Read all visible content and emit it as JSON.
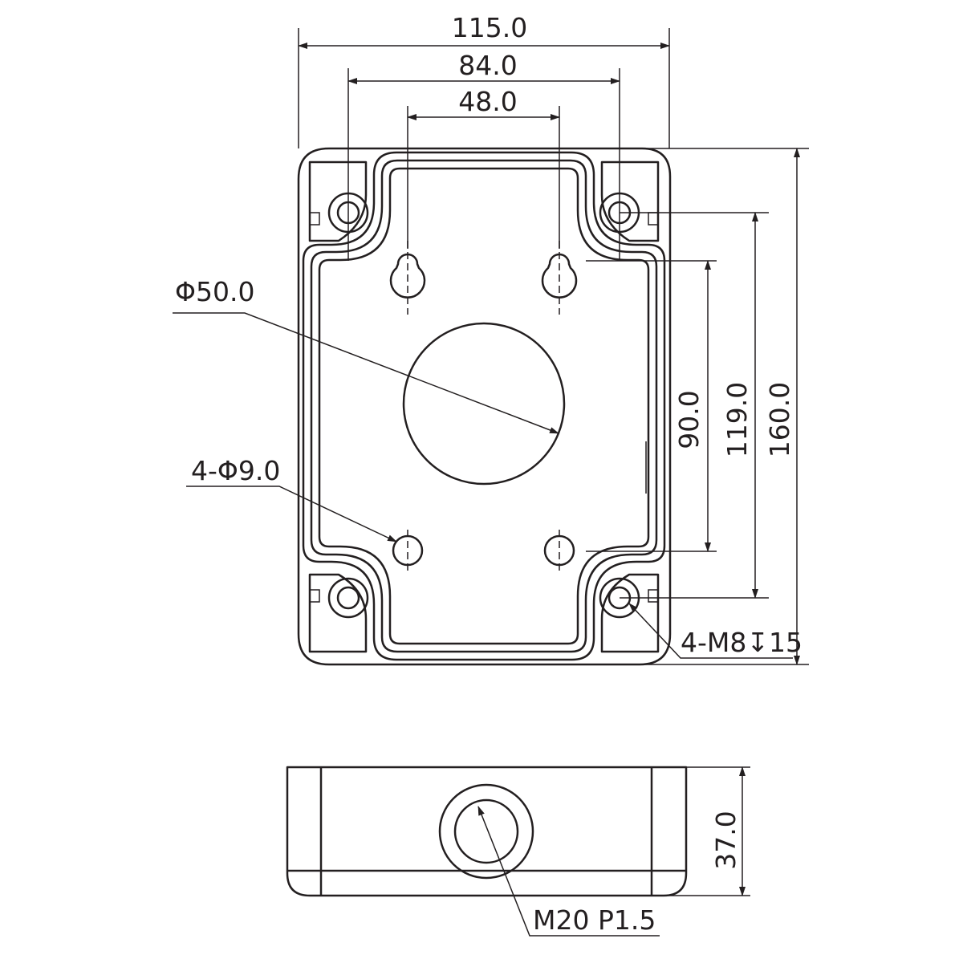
{
  "dimensions": {
    "overall_width": "115.0",
    "bolt_hole_spacing_x": "84.0",
    "slot_spacing": "48.0",
    "center_hole_diameter": "Φ50.0",
    "through_holes": "4-Φ9.0",
    "slot_spacing_y": "90.0",
    "bolt_hole_spacing_y": "119.0",
    "overall_height": "160.0",
    "threaded_holes": "4-M8↧15",
    "side_height": "37.0",
    "conduit_thread": "M20 P1.5"
  },
  "colors": {
    "line": "#231f20",
    "background": "#ffffff"
  }
}
